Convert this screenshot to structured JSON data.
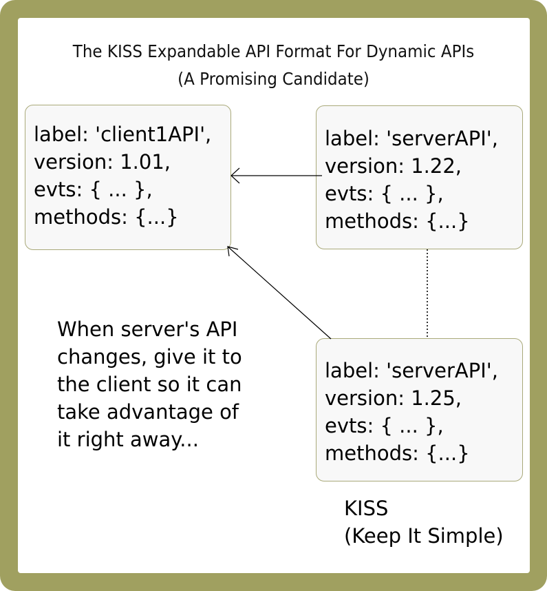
{
  "title": {
    "line1": "The KISS Expandable API Format For Dynamic APIs",
    "line2": "(A Promising Candidate)"
  },
  "boxes": {
    "client": {
      "label": "label: 'client1API',",
      "version": "version: 1.01,",
      "evts": "evts: { ... },",
      "methods": "methods: {...}"
    },
    "server_old": {
      "label": "label: 'serverAPI',",
      "version": "version: 1.22,",
      "evts": "evts: { ... },",
      "methods": "methods: {...}"
    },
    "server_new": {
      "label": "label: 'serverAPI',",
      "version": "version: 1.25,",
      "evts": "evts: { ... },",
      "methods": "methods: {...}"
    }
  },
  "note": {
    "line1": "When server's API",
    "line2": "changes, give it to",
    "line3": "the client so it can",
    "line4": "take advantage of",
    "line5": "it right away..."
  },
  "kiss": {
    "line1": "KISS",
    "line2": "(Keep It Simple)"
  },
  "colors": {
    "frame": "#a0a060",
    "box_border": "#a9a979",
    "box_fill": "#f8f8f8"
  }
}
